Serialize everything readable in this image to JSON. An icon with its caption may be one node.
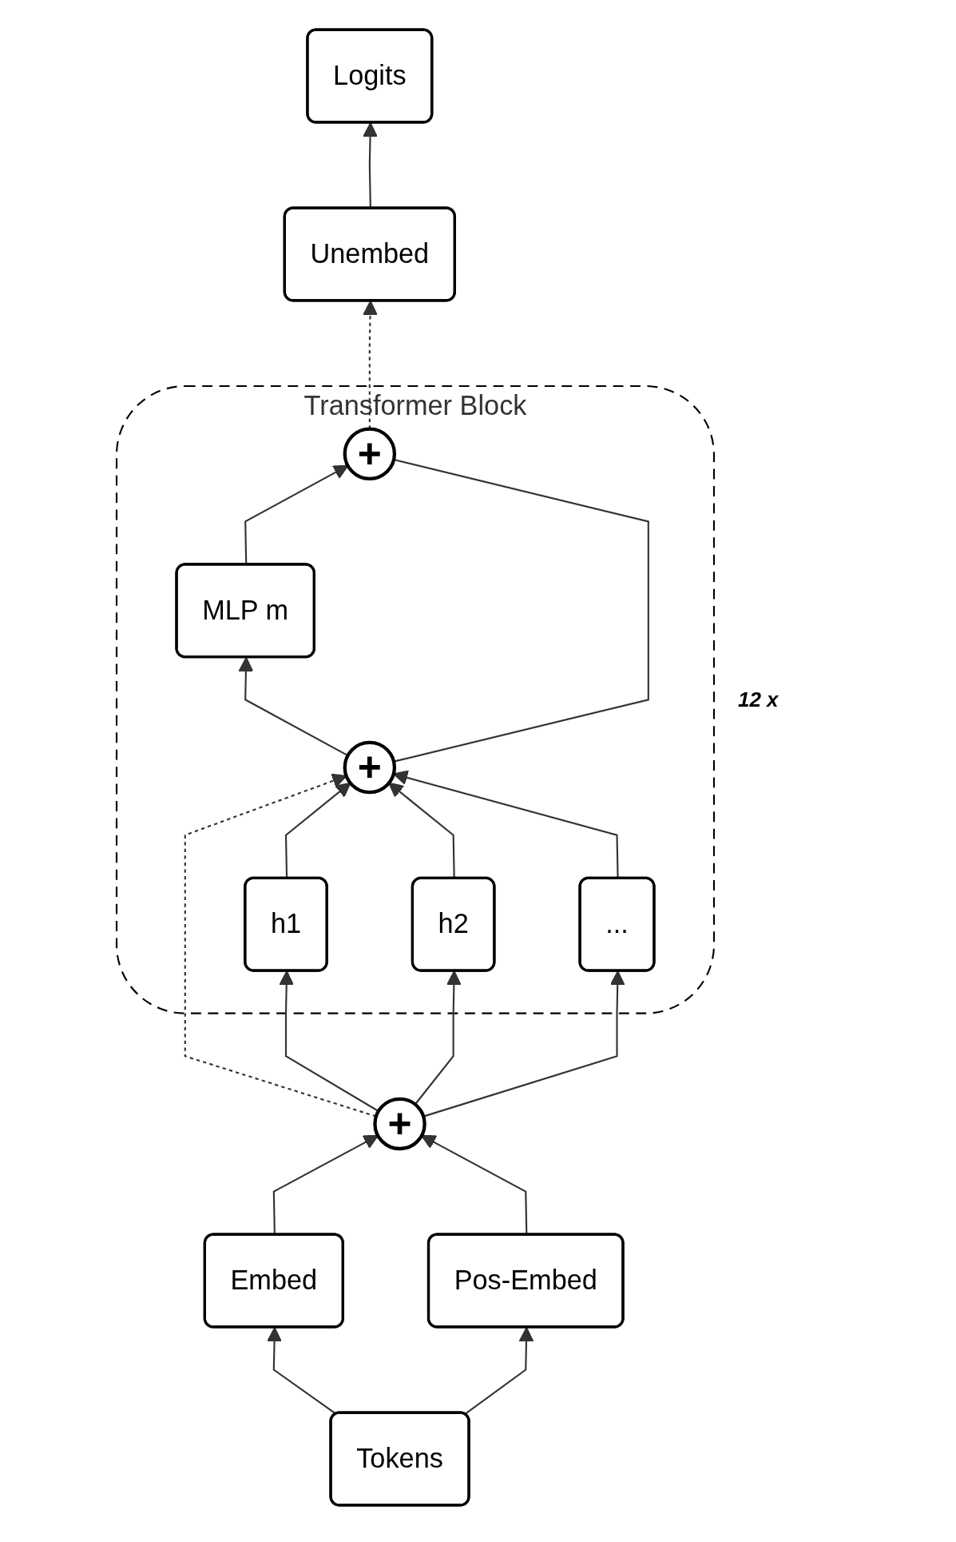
{
  "diagram": {
    "nodes": [
      {
        "text": [
          "Transformer Block"
        ],
        "beside": [
          "12 x"
        ]
      },
      {
        "text": [
          "Logits"
        ]
      },
      {
        "text": [
          "Unembed"
        ]
      },
      {
        "text": [
          "+"
        ],
        "in": 0
      },
      {
        "text": [
          "MLP m"
        ],
        "in": 0
      },
      {
        "text": [
          "+"
        ],
        "in": 0
      },
      {
        "text": [
          "h1"
        ],
        "in": 0
      },
      {
        "text": [
          "h2"
        ],
        "in": 0
      },
      {
        "text": [
          "..."
        ],
        "in": 0
      },
      {
        "text": [
          "+"
        ]
      },
      {
        "text": [
          "Embed"
        ]
      },
      {
        "text": [
          "Pos-Embed"
        ]
      },
      {
        "text": [
          "Tokens"
        ]
      }
    ],
    "edges": [
      {
        "from": 12,
        "to": 10,
        "arrow": "to"
      },
      {
        "from": 12,
        "to": 11,
        "arrow": "to"
      },
      {
        "from": 10,
        "to": 9,
        "arrow": "to"
      },
      {
        "from": 11,
        "to": 9,
        "arrow": "to"
      },
      {
        "from": 9,
        "to": 5,
        "arrow": "to",
        "style": "dashed"
      },
      {
        "from": 9,
        "to": 6,
        "arrow": "to"
      },
      {
        "from": 9,
        "to": 7,
        "arrow": "to"
      },
      {
        "from": 9,
        "to": 8,
        "arrow": "to"
      },
      {
        "from": 6,
        "to": 5,
        "arrow": "to"
      },
      {
        "from": 7,
        "to": 5,
        "arrow": "to"
      },
      {
        "from": 8,
        "to": 5,
        "arrow": "to"
      },
      {
        "from": 5,
        "to": 4,
        "arrow": "to"
      },
      {
        "from": 4,
        "to": 3,
        "arrow": "to"
      },
      {
        "from": 5,
        "to": 3,
        "arrow": "none"
      },
      {
        "from": 3,
        "to": 2,
        "arrow": "to",
        "style": "dashed"
      },
      {
        "from": 2,
        "to": 1,
        "arrow": "to"
      }
    ]
  }
}
